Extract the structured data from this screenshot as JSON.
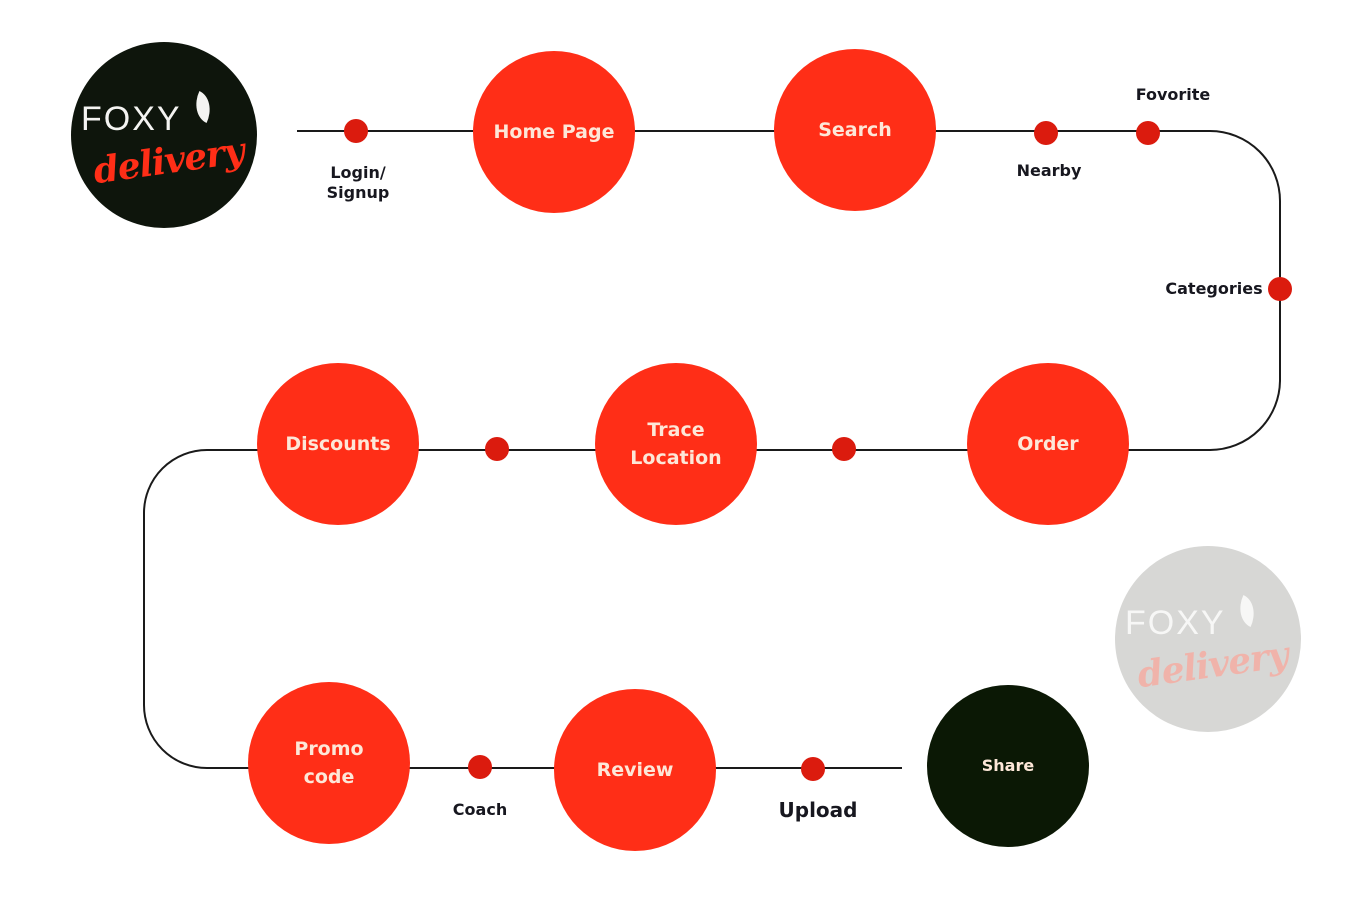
{
  "logo": {
    "word": "FOXY",
    "script": "delivery"
  },
  "nodes": {
    "home_page": "Home Page",
    "search": "Search",
    "order": "Order",
    "trace_location": "Trace\nLocation",
    "discounts": "Discounts",
    "promo_code": "Promo\ncode",
    "review": "Review",
    "share": "Share"
  },
  "labels": {
    "login_signup": "Login/\nSignup",
    "nearby": "Nearby",
    "fovorite": "Fovorite",
    "categories": "Categories",
    "coach": "Coach",
    "upload": "Upload"
  },
  "colors": {
    "node": "#ff2e17",
    "dot": "#db1b0e",
    "dark_node": "#0b1805",
    "line": "#1a1a1a",
    "node_text": "#fde7d8"
  }
}
